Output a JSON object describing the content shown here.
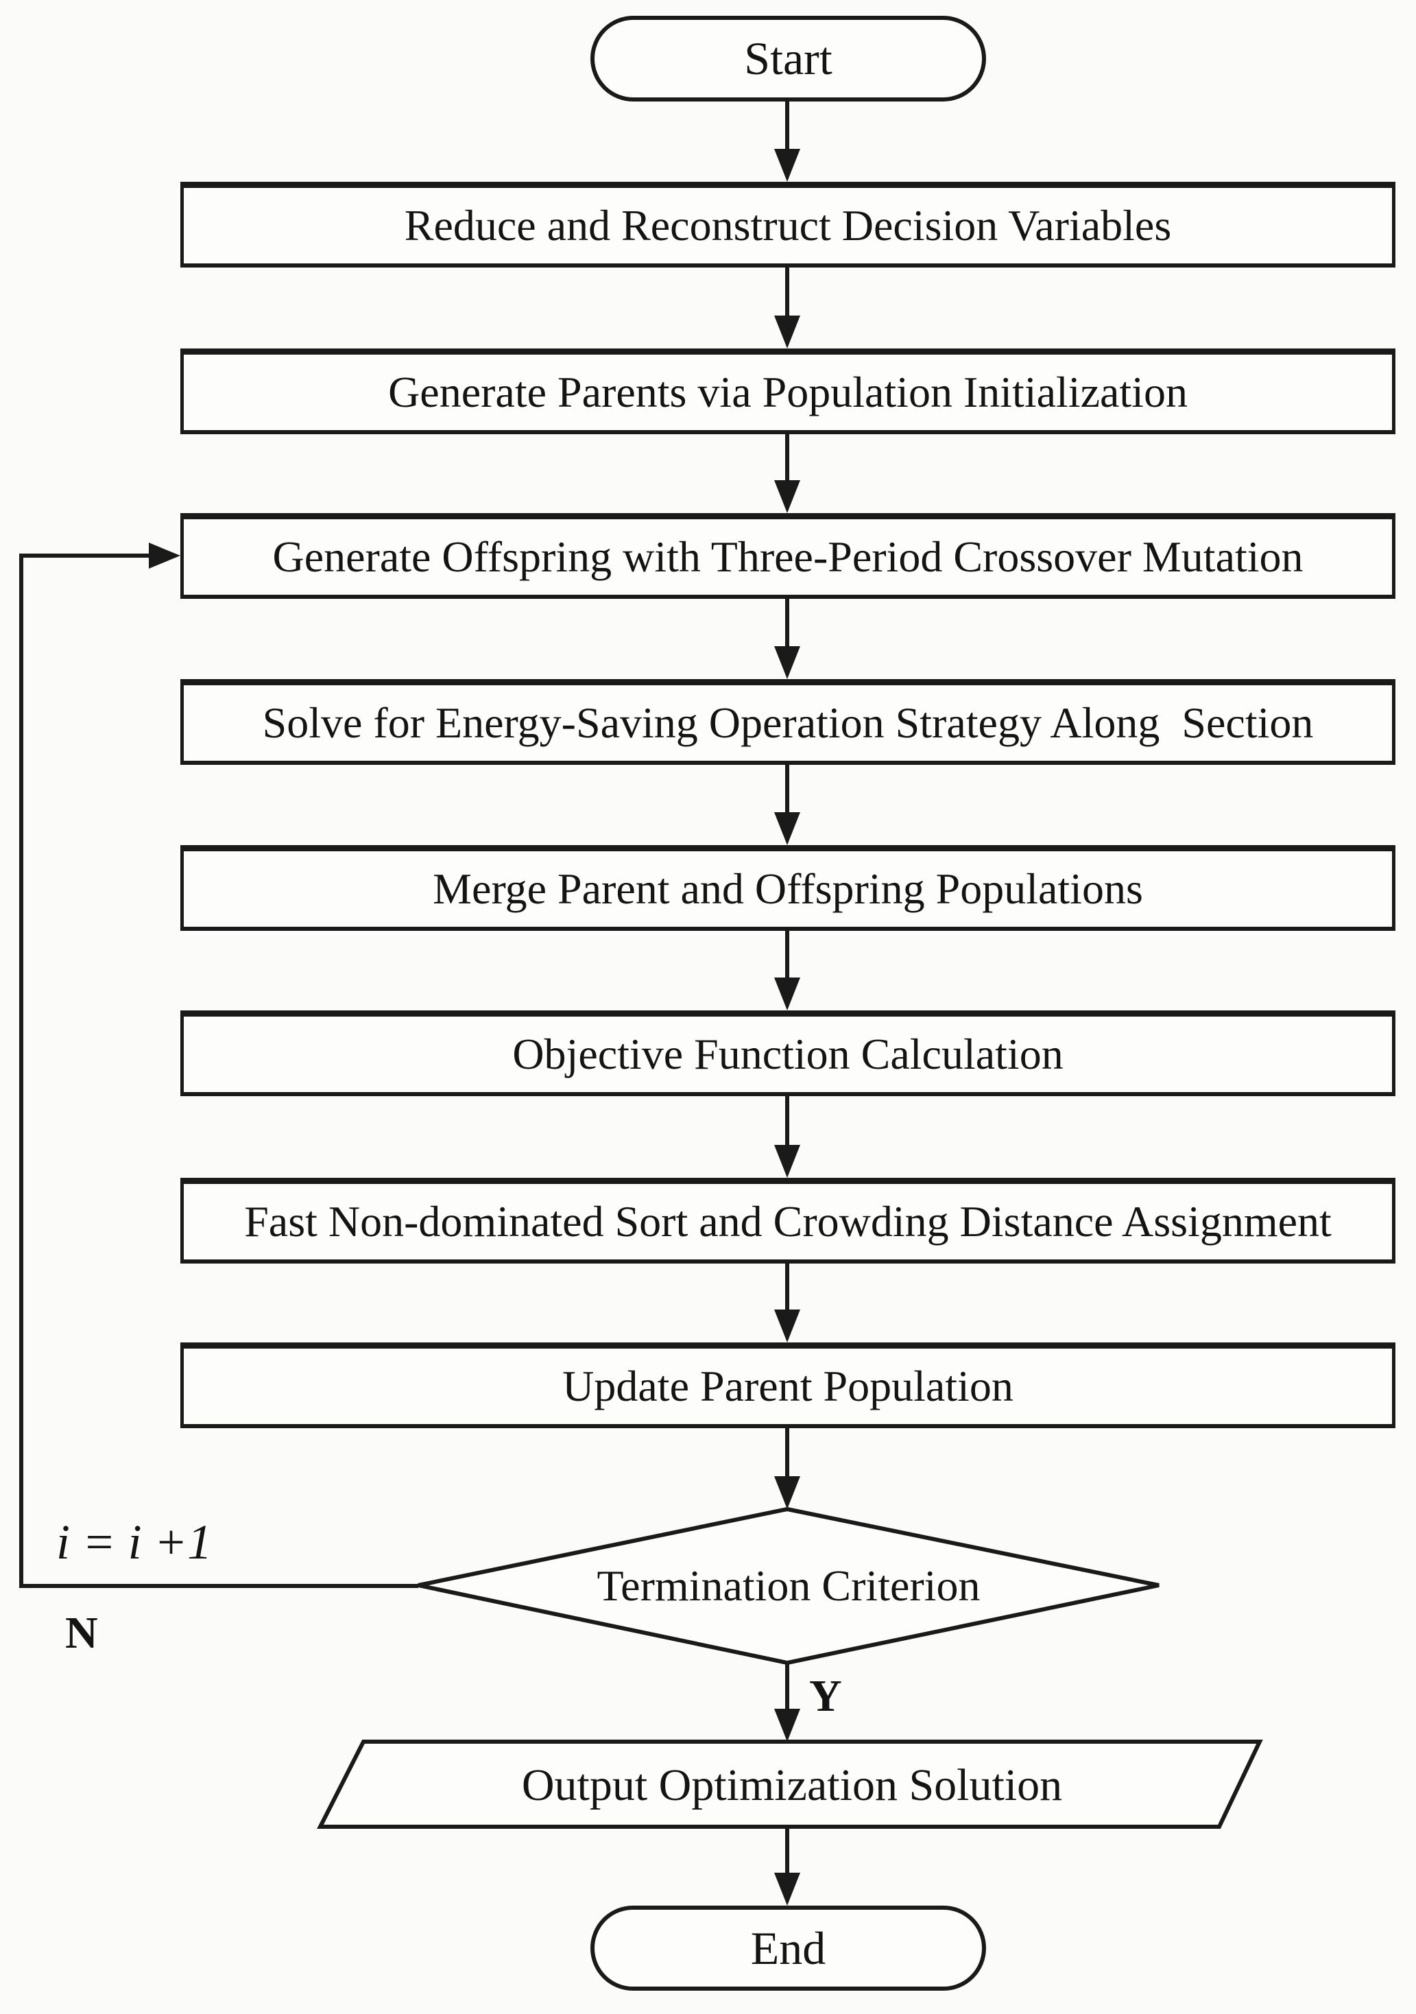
{
  "figure_type": "flowchart",
  "palette": {
    "background": "#fbfbf9",
    "stroke": "#1a1a1a",
    "fill": "#fdfdfc",
    "text": "#141414"
  },
  "nodes": {
    "start": {
      "label": "Start",
      "shape": "terminator"
    },
    "boxes": [
      {
        "label": "Reduce and Reconstruct Decision Variables"
      },
      {
        "label": "Generate Parents via Population Initialization"
      },
      {
        "label": "Generate Offspring with Three-Period Crossover Mutation"
      },
      {
        "label": "Solve for Energy-Saving Operation Strategy Along  Section"
      },
      {
        "label": "Merge Parent and Offspring Populations"
      },
      {
        "label": "Objective Function Calculation"
      },
      {
        "label": "Fast Non-dominated Sort and Crowding Distance Assignment"
      },
      {
        "label": "Update Parent Population"
      }
    ],
    "decision": {
      "label": "Termination Criterion",
      "shape": "diamond"
    },
    "output": {
      "label": "Output Optimization Solution",
      "shape": "parallelogram"
    },
    "end": {
      "label": "End",
      "shape": "terminator"
    }
  },
  "edge_labels": {
    "loop_counter": "i = i +1",
    "no": "N",
    "yes": "Y"
  }
}
